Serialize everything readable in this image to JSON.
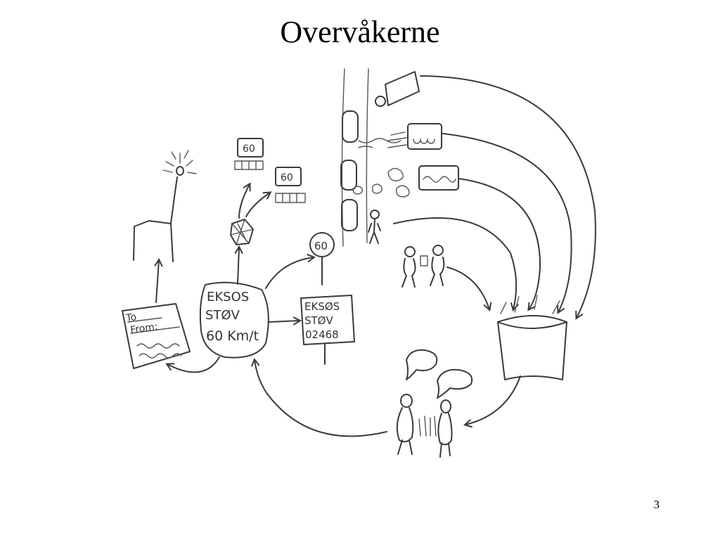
{
  "slide": {
    "title": "Overvåkerne",
    "page_number": "3"
  },
  "sketch": {
    "central_box": {
      "line1": "EKSOS",
      "line2": "STØV",
      "line3": "60 Km/t"
    },
    "display_sign": {
      "line1": "EKSØS",
      "line2": "STØV",
      "line3": "02468"
    },
    "letter": {
      "to": "To",
      "from": "From:"
    },
    "speed_signs": [
      "60",
      "60",
      "60"
    ]
  }
}
